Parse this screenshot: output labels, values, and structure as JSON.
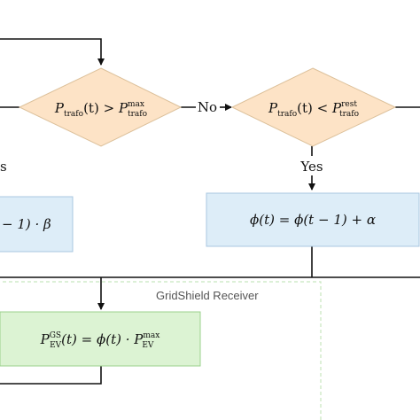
{
  "diagram": {
    "decision_overload": {
      "lhs": "P",
      "lhs_sub": "trafo",
      "arg": "(t)",
      "op": ">",
      "rhs": "P",
      "rhs_sub": "trafo",
      "rhs_sup": "max"
    },
    "decision_restore": {
      "lhs": "P",
      "lhs_sub": "trafo",
      "arg": "(t)",
      "op": "<",
      "rhs": "P",
      "rhs_sub": "trafo",
      "rhs_sup": "rest"
    },
    "edge_no_label": "No",
    "edge_yes_label": "Yes",
    "edge_left_fragment": "s",
    "process_left_fragment": "− 1) · β",
    "process_increase": "ϕ(t)  =  ϕ(t − 1) + α",
    "receiver_label": "GridShield Receiver",
    "process_ev": {
      "lhs": "P",
      "lhs_sub": "EV",
      "lhs_sup": "GS",
      "mid": "(t) = ϕ(t) · ",
      "rhs": "P",
      "rhs_sub": "EV",
      "rhs_sup": "max"
    }
  },
  "colors": {
    "decision_fill": "#fde3c6",
    "decision_stroke": "#dcc09a",
    "process_fill": "#ddedf8",
    "process_stroke": "#a9c7e0",
    "ev_fill": "#dcf3d3",
    "ev_stroke": "#9bd18c",
    "receiver_border": "#c7e6bf",
    "receiver_text": "#555555",
    "line": "#111111"
  }
}
